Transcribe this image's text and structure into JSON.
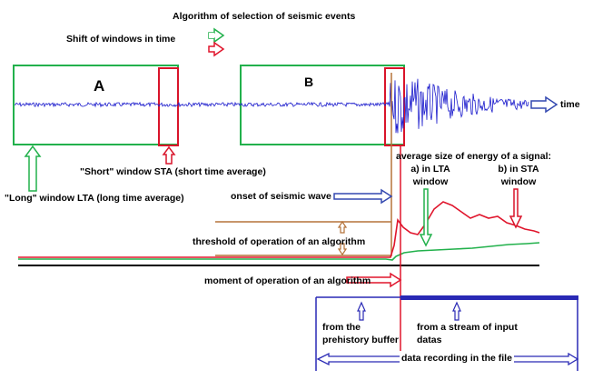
{
  "title": "Algorithm of selection of seismic events",
  "legend": {
    "shift_label": "Shift of windows in time",
    "colors": {
      "green": "#22b14c",
      "red": "#e0152c"
    }
  },
  "windows": {
    "a_label": "A",
    "b_label": "B"
  },
  "time_label": "time",
  "labels": {
    "short_window": "\"Short\" window STA (short time average)",
    "long_window": "\"Long\" window LTA (long time average)",
    "avg_energy": "average size of energy of a signal:",
    "in_lta_line1": "a) in LTA",
    "in_lta_line2": "window",
    "in_sta_line1": "b) in STA",
    "in_sta_line2": "window",
    "onset": "onset of seismic wave",
    "threshold": "threshold of operation of an algorithm",
    "moment": "moment of operation of an algorithm",
    "prehistory_line1": "from the",
    "prehistory_line2": "prehistory buffer",
    "stream_line1": "from a stream of input",
    "stream_line2": "datas",
    "recording": "data recording in the file"
  },
  "colors": {
    "signal": "#1a1acc",
    "window_green": "#22b14c",
    "window_red": "#d9142a",
    "orange": "#b5733a",
    "blue_arrow": "#3348b0",
    "buffer_box": "#2929b5"
  }
}
